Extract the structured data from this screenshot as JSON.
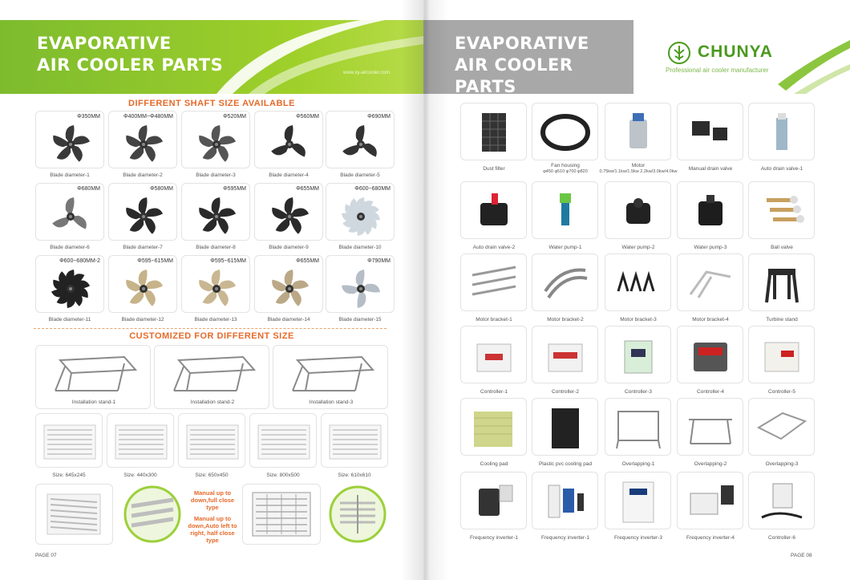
{
  "left": {
    "header_title_1": "EVAPORATIVE",
    "header_title_2": "AIR COOLER PARTS",
    "url": "www.xy-aircooler.com",
    "section1": "DIFFERENT SHAFT SIZE AVAILABLE",
    "blades": [
      {
        "size": "Φ350MM",
        "caption": "Blade diameter-1"
      },
      {
        "size": "Φ400MM~Φ480MM",
        "caption": "Blade diameter-2"
      },
      {
        "size": "Φ520MM",
        "caption": "Blade diameter-3"
      },
      {
        "size": "Φ560MM",
        "caption": "Blade diameter-4"
      },
      {
        "size": "Φ690MM",
        "caption": "Blade diameter-5"
      },
      {
        "size": "Φ680MM",
        "caption": "Blade diameter-6"
      },
      {
        "size": "Φ580MM",
        "caption": "Blade diameter-7"
      },
      {
        "size": "Φ595MM",
        "caption": "Blade diameter-8"
      },
      {
        "size": "Φ655MM",
        "caption": "Blade diameter-9"
      },
      {
        "size": "Φ600~680MM",
        "caption": "Blade diameter-10"
      },
      {
        "size": "Φ600~680MM-2",
        "caption": "Blade diameter-11"
      },
      {
        "size": "Φ595~615MM",
        "caption": "Blade diameter-12"
      },
      {
        "size": "Φ595~615MM",
        "caption": "Blade diameter-13"
      },
      {
        "size": "Φ655MM",
        "caption": "Blade diameter-14"
      },
      {
        "size": "Φ790MM",
        "caption": "Blade diameter-15"
      }
    ],
    "section2": "CUSTOMIZED FOR DIFFERENT SIZE",
    "stands": [
      "Installation stand-1",
      "Installation stand-2",
      "Installation stand-3"
    ],
    "louvers": [
      "Size: 645x245",
      "Size: 440x300",
      "Size: 650x450",
      "Size: 800x500",
      "Size: 610x610"
    ],
    "note1": "Manual up to down,full close type",
    "note2": "Manual up to down,Auto left to right, half close type",
    "page": "PAGE 07"
  },
  "right": {
    "header_title_1": "EVAPORATIVE",
    "header_title_2": "AIR COOLER PARTS",
    "brand": "CHUNYA",
    "tagline": "Professional air cooler manufacturer",
    "parts": [
      {
        "caption": "Dust filter",
        "sub": ""
      },
      {
        "caption": "Fan housing",
        "sub": "φ450 φ510 φ700 φ820"
      },
      {
        "caption": "Motor",
        "sub": "0.75kw/1.1kw/1.5kw 2.2kw/3.0kw/4.0kw"
      },
      {
        "caption": "Manual drain valve",
        "sub": ""
      },
      {
        "caption": "Auto drain valve-1",
        "sub": ""
      },
      {
        "caption": "Auto drain valve-2",
        "sub": ""
      },
      {
        "caption": "Water pump-1",
        "sub": ""
      },
      {
        "caption": "Water pump-2",
        "sub": ""
      },
      {
        "caption": "Water pump-3",
        "sub": ""
      },
      {
        "caption": "Ball valve",
        "sub": ""
      },
      {
        "caption": "Motor bracket-1",
        "sub": ""
      },
      {
        "caption": "Motor bracket-2",
        "sub": ""
      },
      {
        "caption": "Motor bracket-3",
        "sub": ""
      },
      {
        "caption": "Motor bracket-4",
        "sub": ""
      },
      {
        "caption": "Turbine stand",
        "sub": ""
      },
      {
        "caption": "Controller-1",
        "sub": ""
      },
      {
        "caption": "Controller-2",
        "sub": ""
      },
      {
        "caption": "Controller-3",
        "sub": ""
      },
      {
        "caption": "Controller-4",
        "sub": ""
      },
      {
        "caption": "Controller-5",
        "sub": ""
      },
      {
        "caption": "Cooling pad",
        "sub": ""
      },
      {
        "caption": "Plastic pvc cooling pad",
        "sub": ""
      },
      {
        "caption": "Overlapping-1",
        "sub": ""
      },
      {
        "caption": "Overlapping-2",
        "sub": ""
      },
      {
        "caption": "Overlapping-3",
        "sub": ""
      },
      {
        "caption": "Frequency inverter-1",
        "sub": ""
      },
      {
        "caption": "Frequency inverter-1",
        "sub": ""
      },
      {
        "caption": "Frequency inverter-3",
        "sub": ""
      },
      {
        "caption": "Frequency inverter-4",
        "sub": ""
      },
      {
        "caption": "Controller-6",
        "sub": ""
      }
    ],
    "page": "PAGE 08"
  },
  "colors": {
    "green": "#8cc63f",
    "orange": "#e66a2a",
    "grey": "#a8a8a8",
    "brand_green": "#4a9a1e"
  }
}
